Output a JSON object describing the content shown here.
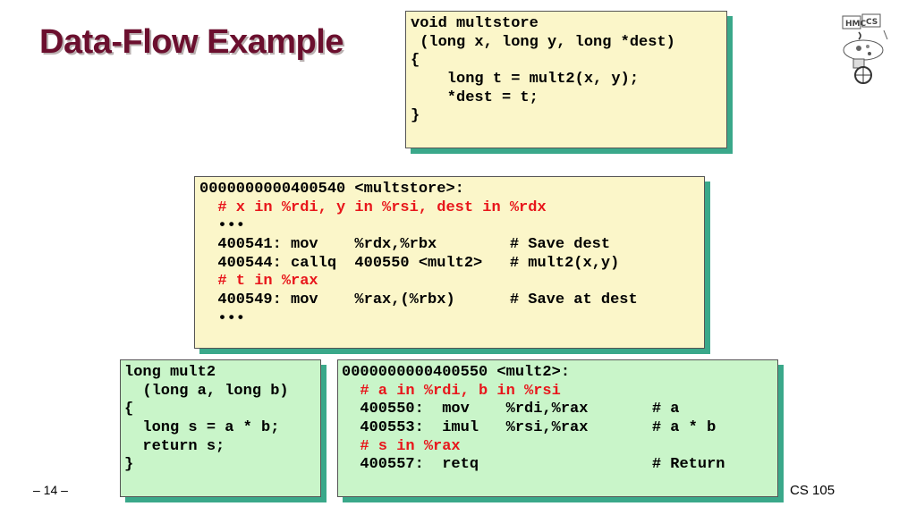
{
  "slide": {
    "title": "Data-Flow Example",
    "page_number": "– 14 –",
    "course": "CS 105"
  },
  "logo": {
    "label": "HMC CS",
    "icon": "hmc-cs-robot-icon"
  },
  "code_blocks": {
    "source_multstore": {
      "color": "#fbf6c9",
      "lines": [
        {
          "text": "void multstore",
          "red": false
        },
        {
          "text": " (long x, long y, long *dest)",
          "red": false
        },
        {
          "text": "{",
          "red": false
        },
        {
          "text": "    long t = mult2(x, y);",
          "red": false
        },
        {
          "text": "    *dest = t;",
          "red": false
        },
        {
          "text": "}",
          "red": false
        }
      ]
    },
    "asm_multstore": {
      "color": "#fbf6c9",
      "lines": [
        {
          "text": "0000000000400540 <multstore>:",
          "red": false
        },
        {
          "text": "  # x in %rdi, y in %rsi, dest in %rdx",
          "red": true
        },
        {
          "text": "  •••",
          "red": false
        },
        {
          "text": "  400541: mov    %rdx,%rbx        # Save dest",
          "red": false
        },
        {
          "text": "  400544: callq  400550 <mult2>   # mult2(x,y)",
          "red": false
        },
        {
          "text": "  # t in %rax",
          "red": true
        },
        {
          "text": "  400549: mov    %rax,(%rbx)      # Save at dest",
          "red": false
        },
        {
          "text": "  •••",
          "red": false
        }
      ]
    },
    "source_mult2": {
      "color": "#c9f5c9",
      "lines": [
        {
          "text": "long mult2",
          "red": false
        },
        {
          "text": "  (long a, long b)",
          "red": false
        },
        {
          "text": "{",
          "red": false
        },
        {
          "text": "  long s = a * b;",
          "red": false
        },
        {
          "text": "  return s;",
          "red": false
        },
        {
          "text": "}",
          "red": false
        }
      ]
    },
    "asm_mult2": {
      "color": "#c9f5c9",
      "lines": [
        {
          "text": "0000000000400550 <mult2>:",
          "red": false
        },
        {
          "text": "  # a in %rdi, b in %rsi",
          "red": true
        },
        {
          "text": "  400550:  mov    %rdi,%rax       # a",
          "red": false
        },
        {
          "text": "  400553:  imul   %rsi,%rax       # a * b",
          "red": false
        },
        {
          "text": "  # s in %rax",
          "red": true
        },
        {
          "text": "  400557:  retq                   # Return",
          "red": false
        }
      ]
    }
  }
}
